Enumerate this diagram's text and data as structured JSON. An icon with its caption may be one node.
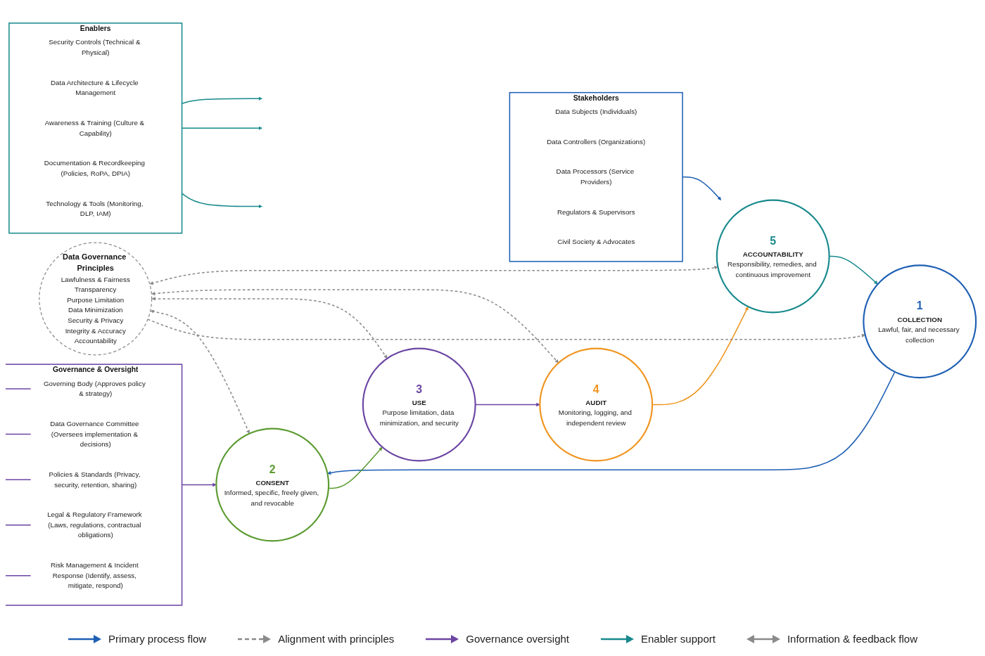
{
  "diagram": {
    "nodes": [
      {
        "text": [
          "Stakeholders"
        ]
      },
      {
        "text": [
          "Data Subjects (Individuals)"
        ],
        "in": 0
      },
      {
        "text": [
          "Data Controllers (Organizations)"
        ],
        "in": 0
      },
      {
        "text": [
          "Data Processors (Service Providers)"
        ],
        "in": 0
      },
      {
        "text": [
          "Regulators & Supervisors"
        ],
        "in": 0
      },
      {
        "text": [
          "Civil Society & Advocates"
        ],
        "in": 0
      },
      {
        "text": [
          "1",
          "COLLECTION",
          "Lawful, fair, and necessary collection"
        ]
      },
      {
        "text": [
          "2",
          "CONSENT",
          "Informed, specific, freely given, and revocable"
        ]
      },
      {
        "text": [
          "3",
          "USE",
          "Purpose limitation, data minimization, and security"
        ]
      },
      {
        "text": [
          "4",
          "AUDIT",
          "Monitoring, logging, and independent review"
        ]
      },
      {
        "text": [
          "5",
          "ACCOUNTABILITY",
          "Responsibility, remedies, and continuous improvement"
        ]
      },
      {
        "text": [
          "Data Governance Principles",
          "Lawfulness & Fairness",
          "Transparency",
          "Purpose Limitation",
          "Data Minimization",
          "Security & Privacy",
          "Integrity & Accuracy",
          "Accountability"
        ]
      },
      {
        "text": [
          "Governance & Oversight"
        ]
      },
      {
        "text": [
          "Governing Body (Approves policy & strategy)"
        ],
        "in": 12
      },
      {
        "text": [
          "Data Governance Committee (Oversees implementation & decisions)"
        ],
        "in": 12
      },
      {
        "text": [
          "Policies & Standards (Privacy, security, retention, sharing)"
        ],
        "in": 12
      },
      {
        "text": [
          "Legal & Regulatory Framework (Laws, regulations, contractual obligations)"
        ],
        "in": 12
      },
      {
        "text": [
          "Risk Management & Incident Response (Identify, assess, mitigate, respond)"
        ],
        "in": 12
      },
      {
        "text": [
          "Enablers"
        ]
      },
      {
        "text": [
          "Security Controls (Technical & Physical)"
        ],
        "in": 18
      },
      {
        "text": [
          "Data Architecture & Lifecycle Management"
        ],
        "in": 18
      },
      {
        "text": [
          "Awareness & Training (Culture & Capability)"
        ],
        "in": 18
      },
      {
        "text": [
          "Documentation & Recordkeeping (Policies, RoPA, DPIA)"
        ],
        "in": 18
      },
      {
        "text": [
          "Technology & Tools (Monitoring, DLP, IAM)"
        ],
        "in": 18
      }
    ],
    "edges": [
      {
        "from": 6,
        "to": 7,
        "arrow": "to",
        "color": "#1d5fb4"
      },
      {
        "from": 7,
        "to": 8,
        "arrow": "to",
        "color": "#5b9b31"
      },
      {
        "from": 8,
        "to": 9,
        "arrow": "to"
      },
      {
        "from": 9,
        "to": 10,
        "arrow": "to",
        "color": "#f0941d"
      },
      {
        "from": 10,
        "to": 6,
        "arrow": "to",
        "color": "#17898c"
      },
      {
        "from": 11,
        "to": 6,
        "arrow": "to",
        "style": "dashed",
        "color": "#8a8a8a"
      },
      {
        "from": 11,
        "to": 7,
        "arrow": "both",
        "style": "dashed",
        "color": "#8a8a8a"
      },
      {
        "from": 11,
        "to": 8,
        "arrow": "both",
        "style": "dashed",
        "color": "#8a8a8a"
      },
      {
        "from": 11,
        "to": 9,
        "arrow": "both",
        "style": "dashed",
        "color": "#8a8a8a"
      },
      {
        "from": 11,
        "to": 10,
        "arrow": "both",
        "style": "dashed",
        "color": "#8a8a8a"
      },
      {
        "from": 0,
        "to": 10,
        "arrow": "to",
        "color": "#1d5fb4"
      },
      {
        "from": 12,
        "to": 7,
        "arrow": "to"
      },
      {
        "from": 13,
        "to": 12,
        "arrow": "to"
      },
      {
        "from": 14,
        "to": 12,
        "arrow": "to"
      },
      {
        "from": 15,
        "to": 12,
        "arrow": "to"
      },
      {
        "from": 16,
        "to": 12,
        "arrow": "to"
      },
      {
        "from": 17,
        "to": 12,
        "arrow": "to"
      },
      {
        "from": 18,
        "to": null,
        "arrow": "to",
        "color": "#17898c"
      },
      {
        "from": 18,
        "to": null,
        "arrow": "to",
        "color": "#17898c"
      },
      {
        "from": 18,
        "to": null,
        "arrow": "to",
        "color": "#17898c"
      }
    ],
    "legend": [
      {
        "text": "Primary process flow"
      },
      {
        "text": "Alignment with principles"
      },
      {
        "text": "Governance oversight"
      },
      {
        "text": "Enabler support"
      },
      {
        "text": "Information & feedback flow"
      }
    ]
  }
}
